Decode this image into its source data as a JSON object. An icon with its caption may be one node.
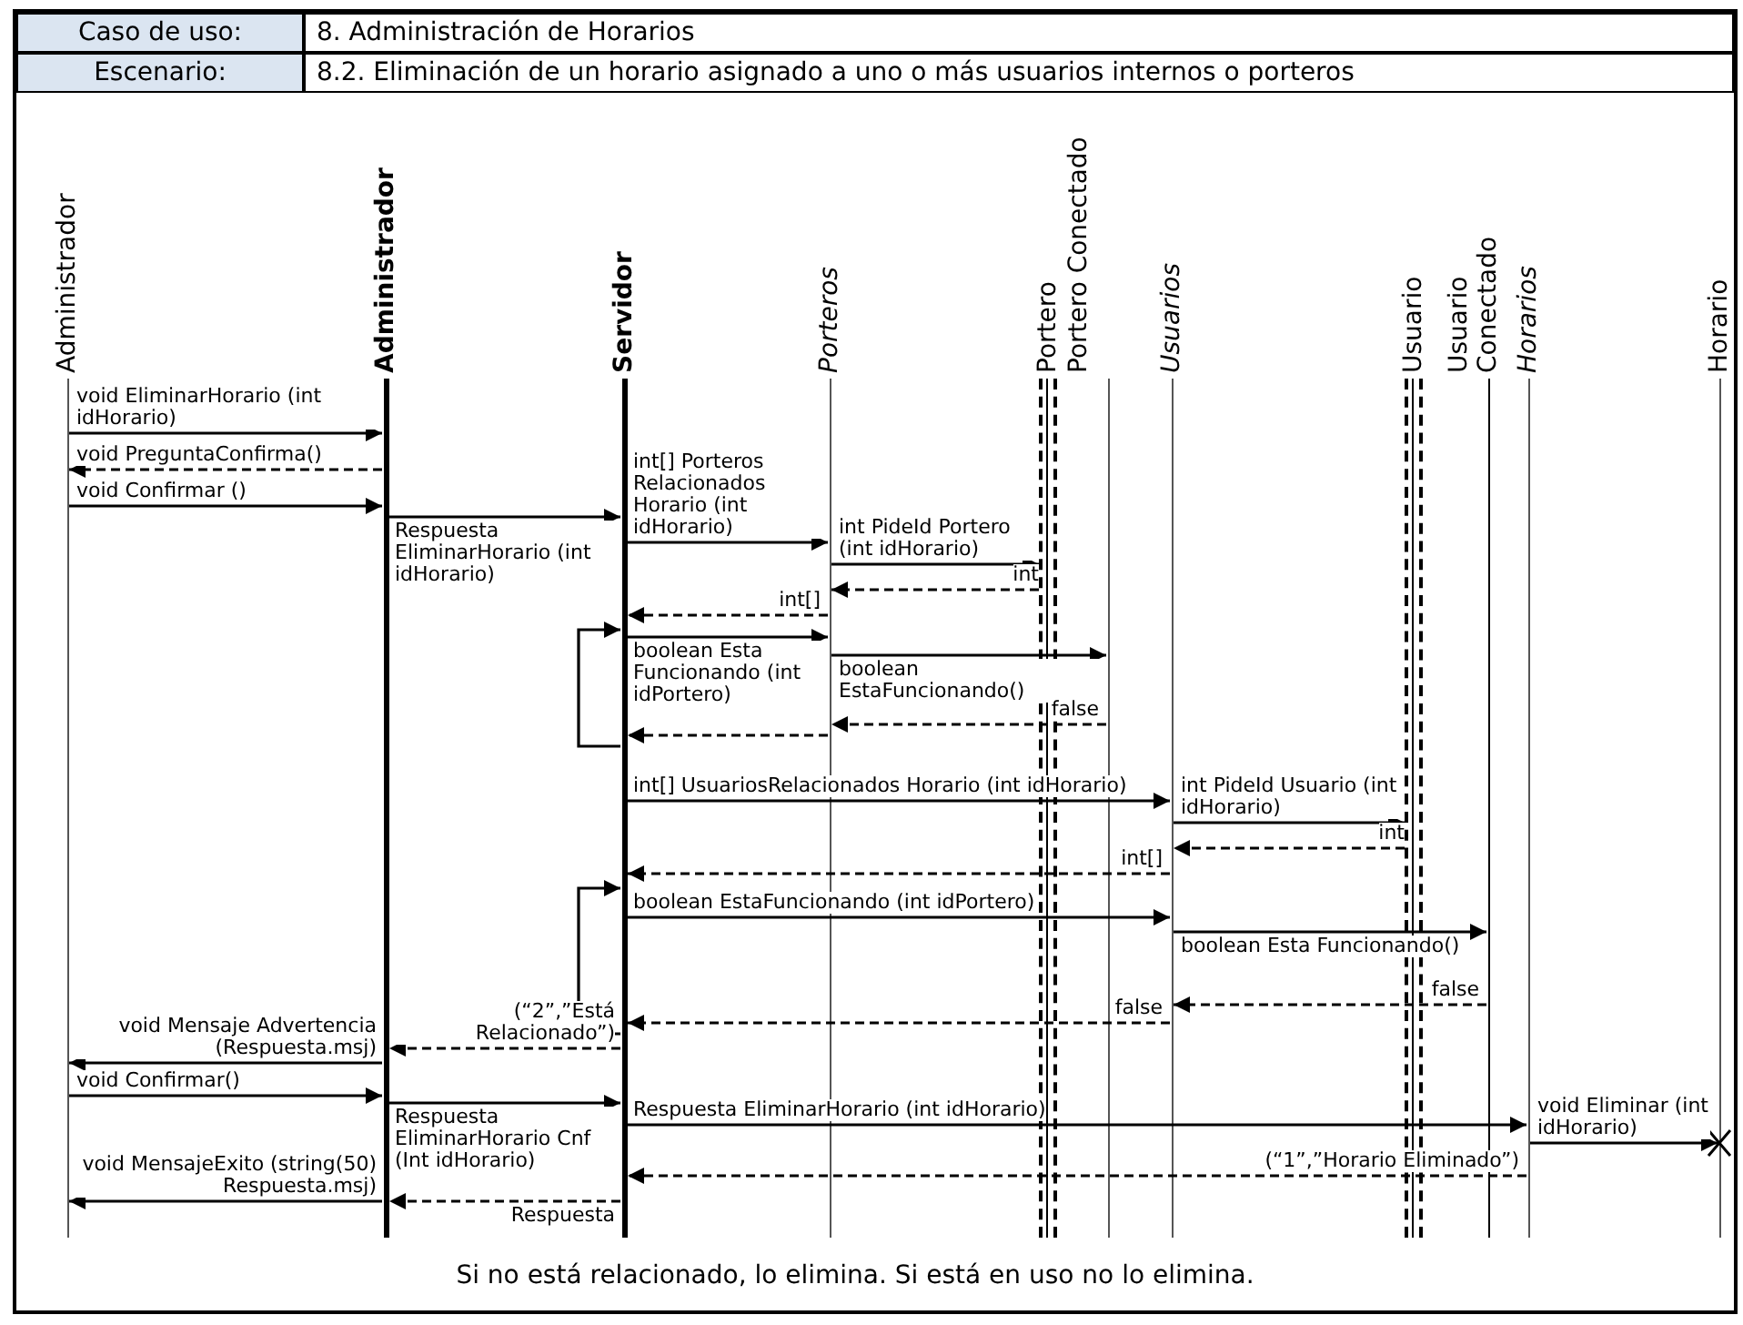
{
  "diagram": {
    "nodes": [
      {
        "text": [
          "Administrador"
        ]
      },
      {
        "text": [
          "Administrador"
        ]
      },
      {
        "text": [
          "Servidor"
        ]
      },
      {
        "text": [
          "Porteros"
        ]
      },
      {
        "text": [
          "Portero"
        ]
      },
      {
        "text": [
          "Portero Conectado"
        ]
      },
      {
        "text": [
          "Usuarios"
        ]
      },
      {
        "text": [
          "Usuario"
        ]
      },
      {
        "text": [
          "Usuario Conectado"
        ]
      },
      {
        "text": [
          "Horarios"
        ]
      },
      {
        "text": [
          "Horario"
        ]
      }
    ],
    "edges": [
      {
        "from": 0,
        "to": 1,
        "arrow": "to",
        "label": "void EliminarHorario (int idHorario)"
      },
      {
        "from": 1,
        "to": 0,
        "arrow": "to",
        "label": "void PreguntaConfirma()",
        "style": "dashed"
      },
      {
        "from": 0,
        "to": 1,
        "arrow": "to",
        "label": "void Confirmar ()"
      },
      {
        "from": 1,
        "to": 2,
        "arrow": "to",
        "label": "Respuesta EliminarHorario (int idHorario)"
      },
      {
        "from": 2,
        "to": 3,
        "arrow": "to",
        "label": "int[] Porteros Relacionados Horario (int idHorario)"
      },
      {
        "from": 3,
        "to": 4,
        "arrow": "to",
        "label": "int PideId Portero (int idHorario)"
      },
      {
        "from": 4,
        "to": 3,
        "arrow": "to",
        "label": "int",
        "style": "dashed"
      },
      {
        "from": 3,
        "to": 2,
        "arrow": "to",
        "label": "int[]",
        "style": "dashed"
      },
      {
        "from": 2,
        "to": 2,
        "arrow": "to"
      },
      {
        "from": 2,
        "to": 3,
        "arrow": "to",
        "label": "boolean Esta Funcionando (int idPortero)"
      },
      {
        "from": 3,
        "to": 5,
        "arrow": "to",
        "label": "boolean EstaFuncionando()"
      },
      {
        "from": 5,
        "to": 3,
        "arrow": "to",
        "label": "false",
        "style": "dashed"
      },
      {
        "from": 3,
        "to": 2,
        "arrow": "to",
        "style": "dashed"
      },
      {
        "from": 2,
        "to": 6,
        "arrow": "to",
        "label": "int[] UsuariosRelacionados Horario (int idHorario)"
      },
      {
        "from": 6,
        "to": 7,
        "arrow": "to",
        "label": "int PideId Usuario (int idHorario)"
      },
      {
        "from": 7,
        "to": 6,
        "arrow": "to",
        "label": "int",
        "style": "dashed"
      },
      {
        "from": 6,
        "to": 2,
        "arrow": "to",
        "label": "int[]",
        "style": "dashed"
      },
      {
        "from": 2,
        "to": 2,
        "arrow": "to"
      },
      {
        "from": 2,
        "to": 6,
        "arrow": "to",
        "label": "boolean EstaFuncionando (int idPortero)"
      },
      {
        "from": 6,
        "to": 8,
        "arrow": "to",
        "label": "boolean Esta Funcionando()"
      },
      {
        "from": 8,
        "to": 6,
        "arrow": "to",
        "label": "false",
        "style": "dashed"
      },
      {
        "from": 6,
        "to": 2,
        "arrow": "to",
        "label": "false",
        "style": "dashed"
      },
      {
        "from": 2,
        "to": 1,
        "arrow": "to",
        "label": "(“2”,”Está Relacionado”)",
        "style": "dashed"
      },
      {
        "from": 1,
        "to": 0,
        "arrow": "to",
        "label": "void Mensaje Advertencia (Respuesta.msj)"
      },
      {
        "from": 0,
        "to": 1,
        "arrow": "to",
        "label": "void Confirmar()"
      },
      {
        "from": 1,
        "to": 2,
        "arrow": "to",
        "label": "Respuesta EliminarHorario Cnf (Int idHorario)"
      },
      {
        "from": 2,
        "to": 9,
        "arrow": "to",
        "label": "Respuesta EliminarHorario (int idHorario)"
      },
      {
        "from": 9,
        "to": 10,
        "arrow": "to",
        "label": "void Eliminar (int idHorario)"
      },
      {
        "from": 9,
        "to": 2,
        "arrow": "to",
        "label": "(“1”,”Horario Eliminado”)",
        "style": "dashed"
      },
      {
        "from": 2,
        "to": 1,
        "arrow": "to",
        "label": "Respuesta",
        "style": "dashed"
      },
      {
        "from": 1,
        "to": 0,
        "arrow": "to",
        "label": "void MensajeExito (string(50) Respuesta.msj)"
      }
    ],
    "labels": [
      "Caso de uso:",
      "8. Administración de Horarios",
      "Escenario:",
      "8.2. Eliminación de un horario asignado a uno o más usuarios internos o porteros",
      "Si no está relacionado, lo elimina. Si está en uso no lo elimina."
    ]
  }
}
